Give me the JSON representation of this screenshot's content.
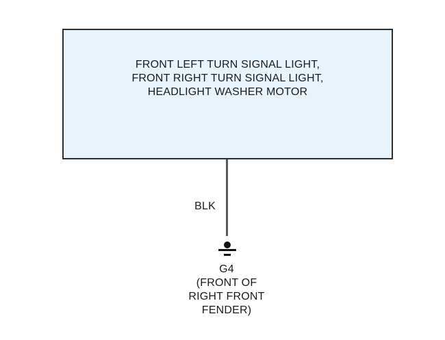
{
  "diagram": {
    "component_box": {
      "lines": [
        "FRONT LEFT TURN SIGNAL LIGHT,",
        "FRONT RIGHT TURN SIGNAL LIGHT,",
        "HEADLIGHT WASHER MOTOR"
      ],
      "fill_color": "#e8f4fd",
      "border_color": "#2d2d2d"
    },
    "wire": {
      "label": "BLK",
      "color": "#595959"
    },
    "ground": {
      "id": "G4",
      "location_lines": [
        "(FRONT OF",
        "RIGHT FRONT",
        "FENDER)"
      ],
      "symbol_color": "#111111"
    }
  }
}
